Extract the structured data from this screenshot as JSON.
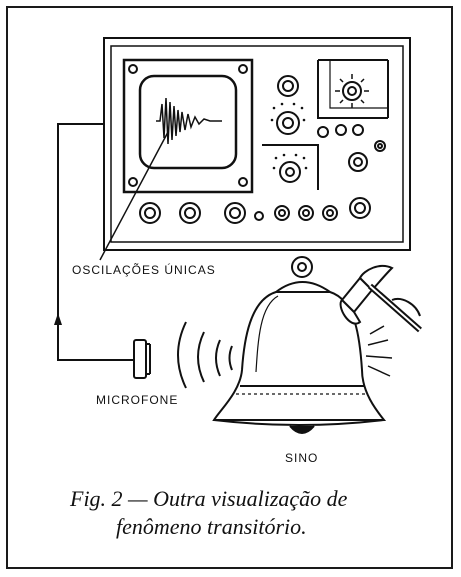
{
  "labels": {
    "oscillations": "OSCILAÇÕES ÚNICAS",
    "microphone": "MICROFONE",
    "bell": "SINO"
  },
  "caption": {
    "line1": "Fig. 2 — Outra visualização de",
    "line2": "fenômeno transitório."
  },
  "colors": {
    "ink": "#111111",
    "background": "#ffffff"
  }
}
